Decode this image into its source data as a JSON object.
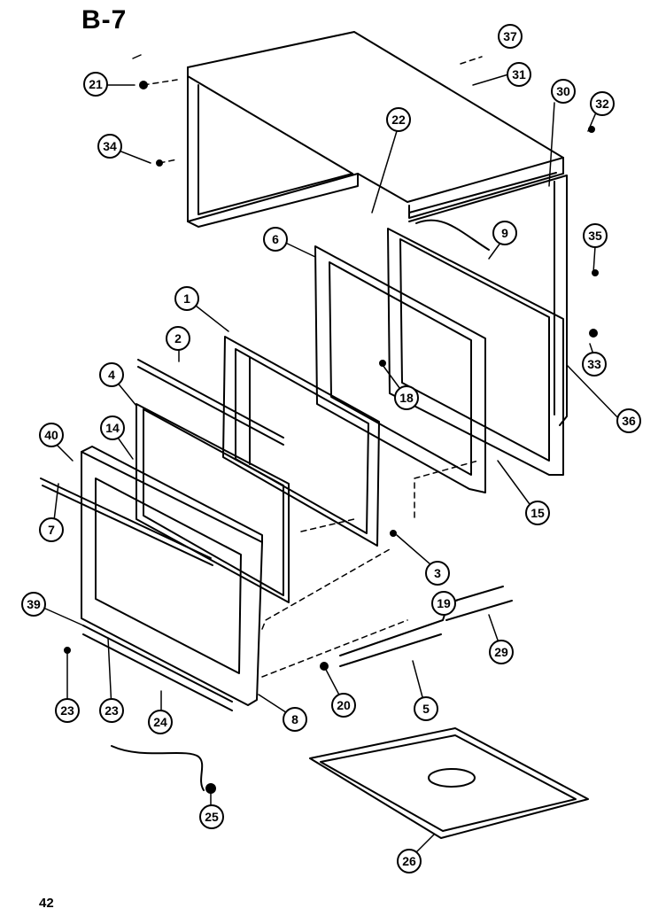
{
  "title": "B-7",
  "page_number": "42",
  "callouts": [
    "37",
    "21",
    "31",
    "30",
    "32",
    "22",
    "34",
    "35",
    "6",
    "9",
    "1",
    "2",
    "18",
    "33",
    "4",
    "36",
    "40",
    "14",
    "15",
    "7",
    "3",
    "19",
    "39",
    "29",
    "20",
    "5",
    "23",
    "23",
    "24",
    "8",
    "25",
    "26"
  ]
}
